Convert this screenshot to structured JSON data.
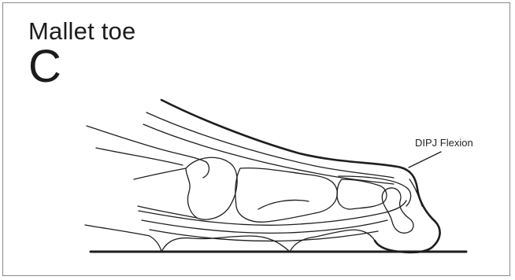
{
  "figure": {
    "title": "Mallet toe",
    "panel_letter": "C",
    "annotation": "DIPJ Flexion"
  }
}
